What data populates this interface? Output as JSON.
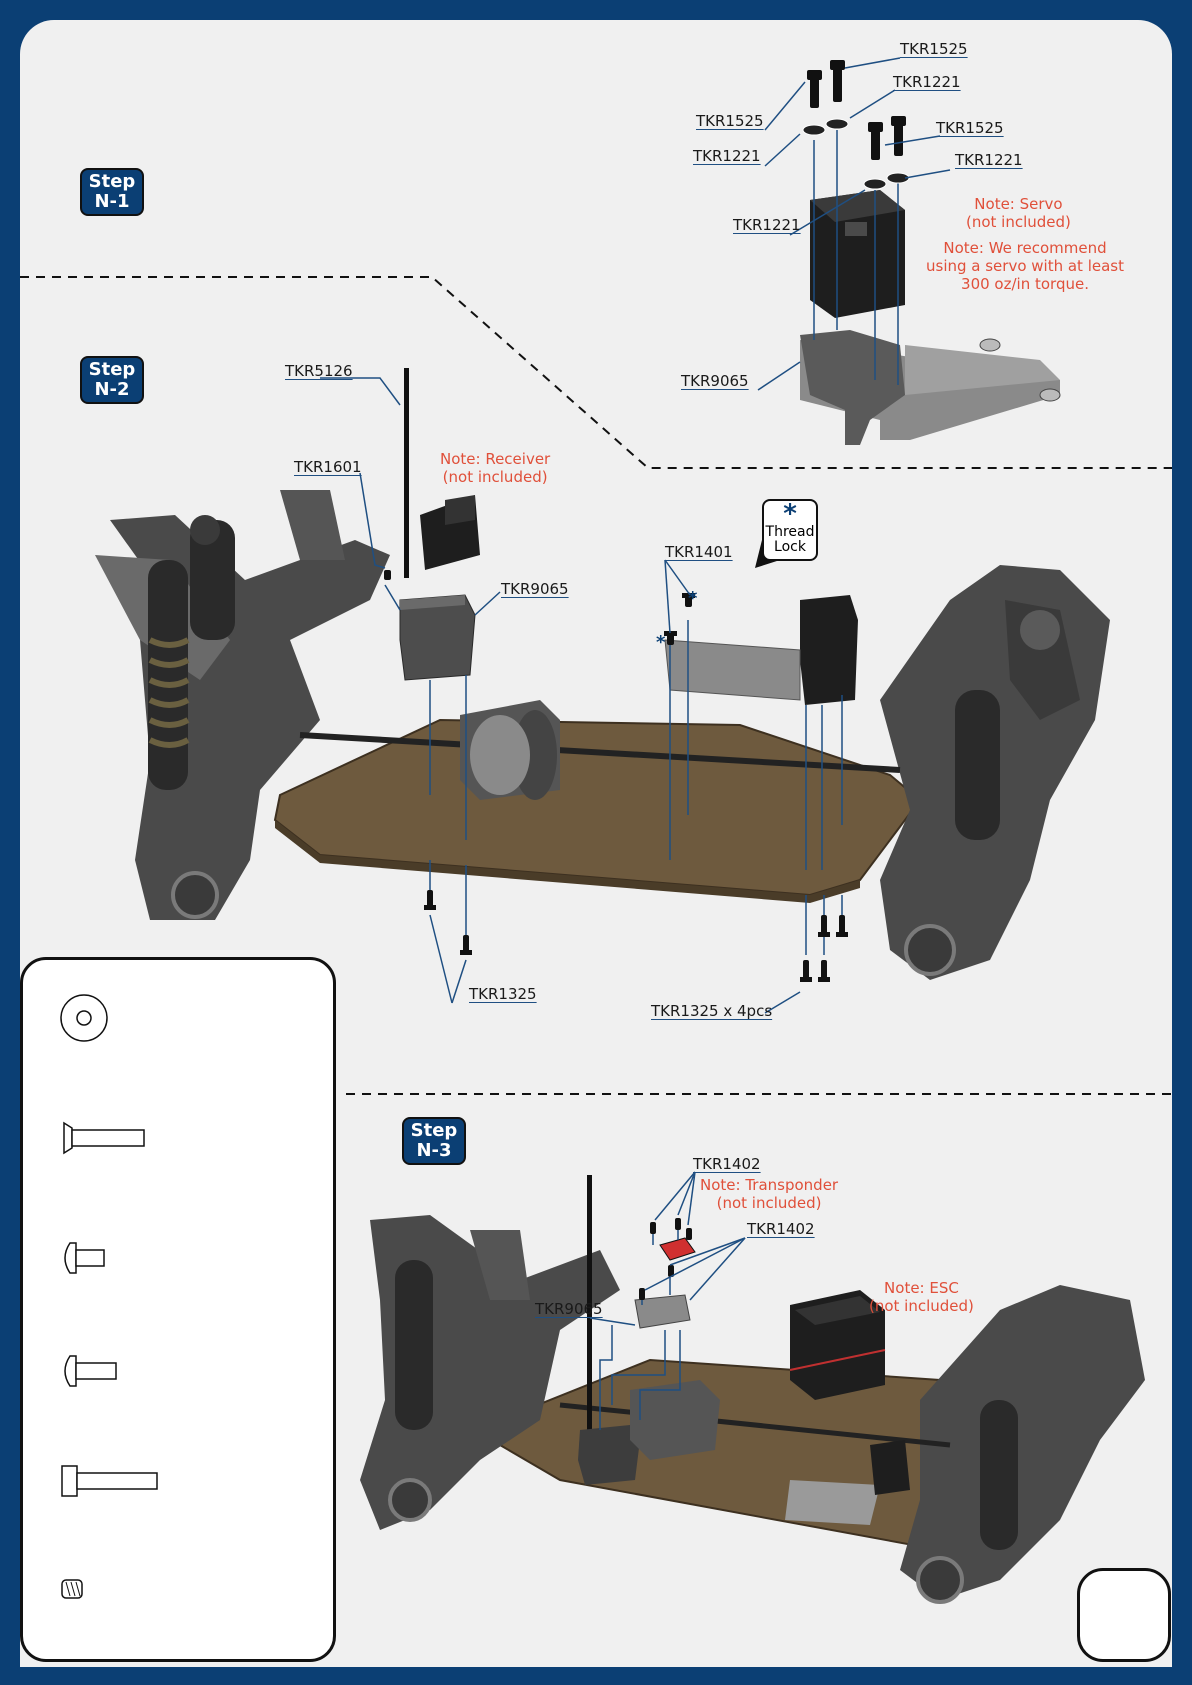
{
  "steps": {
    "n1": {
      "line1": "Step",
      "line2": "N-1"
    },
    "n2": {
      "line1": "Step",
      "line2": "N-2"
    },
    "n3": {
      "line1": "Step",
      "line2": "N-3"
    }
  },
  "step_n1": {
    "labels": {
      "tkr1525_top": "TKR1525",
      "tkr1221_top": "TKR1221",
      "tkr1525_left": "TKR1525",
      "tkr1525_right": "TKR1525",
      "tkr1221_left": "TKR1221",
      "tkr1221_right": "TKR1221",
      "tkr1221_mid": "TKR1221",
      "tkr9065": "TKR9065"
    },
    "notes": {
      "servo_1": "Note: Servo",
      "servo_2": "(not included)",
      "rec_1": "Note: We recommend",
      "rec_2": "using a servo with at least",
      "rec_3": "300 oz/in torque."
    }
  },
  "step_n2": {
    "labels": {
      "tkr5126": "TKR5126",
      "tkr1601": "TKR1601",
      "tkr9065": "TKR9065",
      "tkr1401": "TKR1401",
      "tkr1325": "TKR1325",
      "tkr1325_x4": "TKR1325 x 4pcs"
    },
    "notes": {
      "receiver_1": "Note: Receiver",
      "receiver_2": "(not included)"
    },
    "thread_lock": {
      "star": "*",
      "line1": "Thread",
      "line2": "Lock"
    },
    "marker_star": "*"
  },
  "step_n3": {
    "labels": {
      "tkr1402_a": "TKR1402",
      "tkr1402_b": "TKR1402",
      "tkr9065": "TKR9065"
    },
    "notes": {
      "transponder_1": "Note: Transponder",
      "transponder_2": "(not included)",
      "esc_1": "Note: ESC",
      "esc_2": "(not included)"
    }
  },
  "hardware_panel": {
    "items": [
      "washer-icon",
      "flat-head-screw-icon",
      "button-head-short-icon",
      "button-head-long-icon",
      "cap-head-screw-icon",
      "set-screw-icon"
    ]
  },
  "colors": {
    "brand_blue": "#0b3f74",
    "note_red": "#e0503a",
    "chassis_bronze": "#6e5a3e",
    "part_dark": "#2a2a2a",
    "part_gray": "#6c6c6c"
  }
}
